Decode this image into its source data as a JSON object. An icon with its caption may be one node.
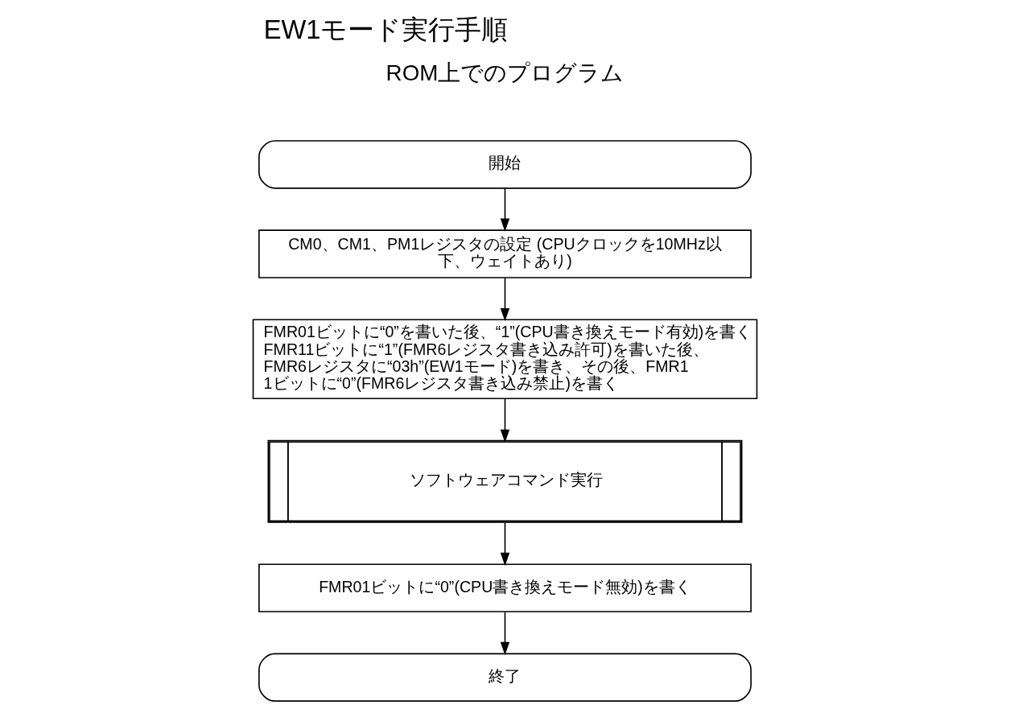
{
  "diagram": {
    "title": "EW1モード実行手順",
    "nodes": [
      {
        "text": [
          "開始"
        ]
      },
      {
        "text": [
          "CM0、CM1、PM1レジスタの設定 (CPUクロックを10MHz以下、ウェイトあり)"
        ]
      },
      {
        "text": [
          "FMR01ビットに“0”を書いた後、“1”(CPU書き換えモード有効)を書く",
          "FMR11ビットに“1”(FMR6レジスタ書き込み許可)を書いた後、FMR6レジスタに“03h”(EW1モード)を書き、その後、FMR11ビットに“0”(FMR6レジスタ書き込み禁止)を書く"
        ]
      },
      {
        "text": [
          "ソフトウェアコマンド実行"
        ]
      },
      {
        "text": [
          "FMR01ビットに“0”(CPU書き換えモード無効)を書く"
        ]
      },
      {
        "text": [
          "終了"
        ]
      }
    ],
    "edges": [
      {
        "from": 0,
        "to": 1,
        "arrow": "to"
      },
      {
        "from": 1,
        "to": 2,
        "arrow": "to"
      },
      {
        "from": 2,
        "to": 3,
        "arrow": "to"
      },
      {
        "from": 3,
        "to": 4,
        "arrow": "to"
      },
      {
        "from": 4,
        "to": 5,
        "arrow": "to"
      }
    ],
    "labels": [
      "ROM上でのプログラム"
    ]
  }
}
